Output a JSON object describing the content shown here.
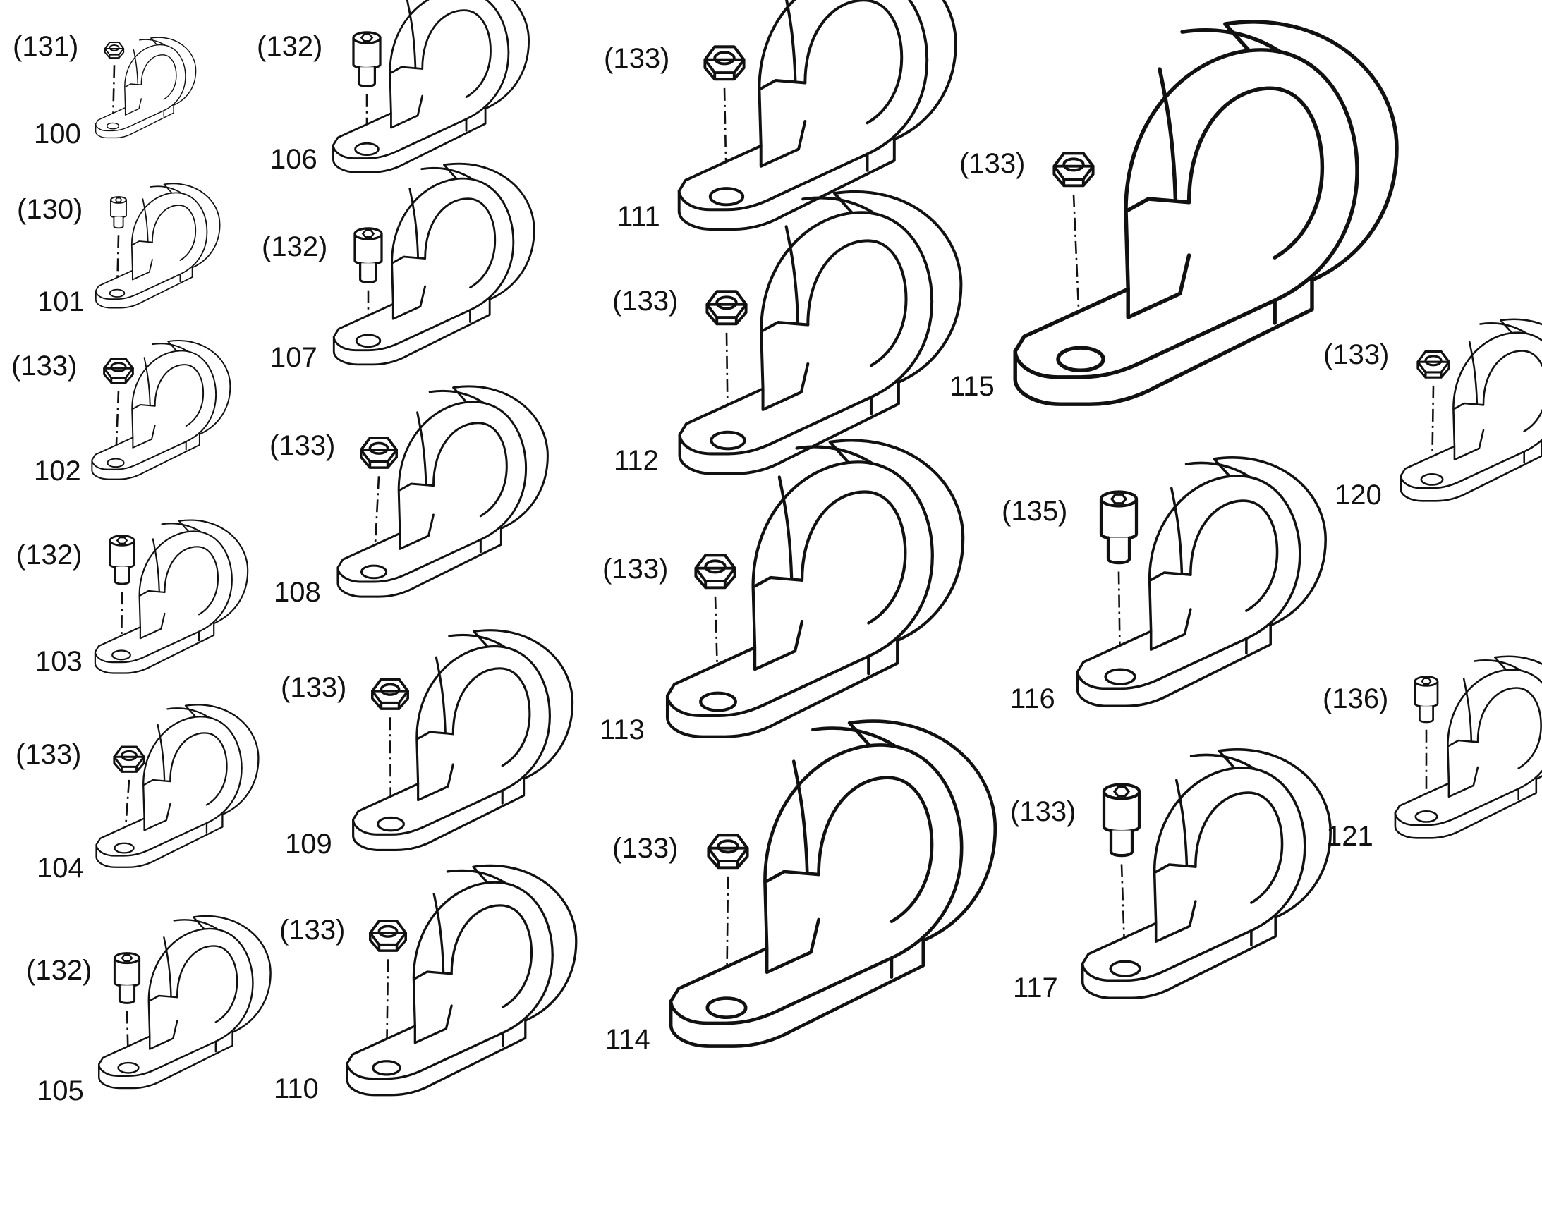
{
  "items": [
    {
      "part": "100",
      "fastener": "(131)",
      "fastener_kind": "nut"
    },
    {
      "part": "101",
      "fastener": "(130)",
      "fastener_kind": "screw"
    },
    {
      "part": "102",
      "fastener": "(133)",
      "fastener_kind": "nut"
    },
    {
      "part": "103",
      "fastener": "(132)",
      "fastener_kind": "screw"
    },
    {
      "part": "104",
      "fastener": "(133)",
      "fastener_kind": "nut"
    },
    {
      "part": "105",
      "fastener": "(132)",
      "fastener_kind": "screw"
    },
    {
      "part": "106",
      "fastener": "(132)",
      "fastener_kind": "screw"
    },
    {
      "part": "107",
      "fastener": "(132)",
      "fastener_kind": "screw"
    },
    {
      "part": "108",
      "fastener": "(133)",
      "fastener_kind": "nut"
    },
    {
      "part": "109",
      "fastener": "(133)",
      "fastener_kind": "nut"
    },
    {
      "part": "110",
      "fastener": "(133)",
      "fastener_kind": "nut"
    },
    {
      "part": "111",
      "fastener": "(133)",
      "fastener_kind": "nut"
    },
    {
      "part": "112",
      "fastener": "(133)",
      "fastener_kind": "nut"
    },
    {
      "part": "113",
      "fastener": "(133)",
      "fastener_kind": "nut"
    },
    {
      "part": "114",
      "fastener": "(133)",
      "fastener_kind": "nut"
    },
    {
      "part": "115",
      "fastener": "(133)",
      "fastener_kind": "nut"
    },
    {
      "part": "116",
      "fastener": "(135)",
      "fastener_kind": "screw"
    },
    {
      "part": "117",
      "fastener": "(133)",
      "fastener_kind": "screw"
    },
    {
      "part": "120",
      "fastener": "(133)",
      "fastener_kind": "nut"
    },
    {
      "part": "121",
      "fastener": "(136)",
      "fastener_kind": "screw"
    }
  ]
}
